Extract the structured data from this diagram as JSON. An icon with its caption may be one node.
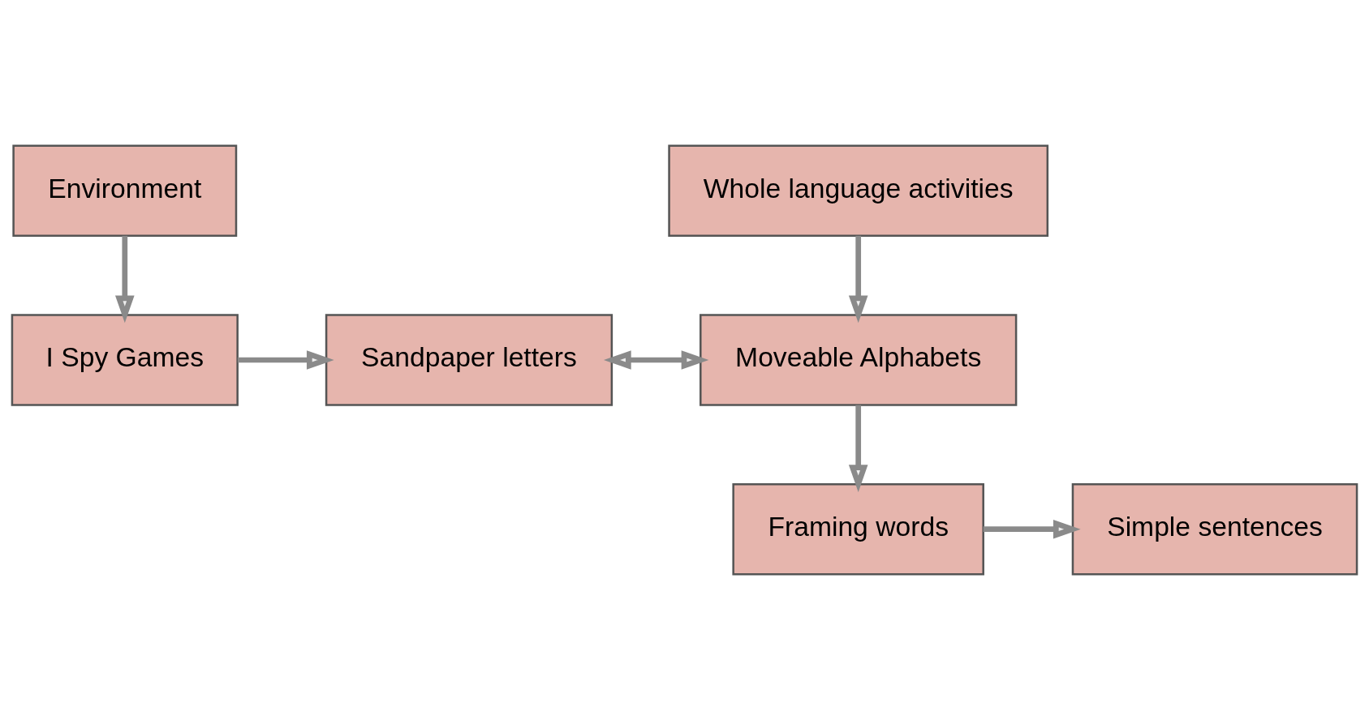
{
  "diagram": {
    "nodes": [
      {
        "text": [
          "Environment"
        ]
      },
      {
        "text": [
          "Whole language activities"
        ]
      },
      {
        "text": [
          "I Spy Games"
        ]
      },
      {
        "text": [
          "Sandpaper letters"
        ]
      },
      {
        "text": [
          "Moveable Alphabets"
        ]
      },
      {
        "text": [
          "Simple sentences"
        ]
      },
      {
        "text": [
          "Framing words"
        ]
      }
    ],
    "edges": [
      {
        "from": 0,
        "to": 2,
        "arrow": "to"
      },
      {
        "from": 1,
        "to": 4,
        "arrow": "to"
      },
      {
        "from": 2,
        "to": 3,
        "arrow": "to"
      },
      {
        "from": 3,
        "to": 4,
        "arrow": "both"
      },
      {
        "from": 4,
        "to": 6,
        "arrow": "to"
      },
      {
        "from": 6,
        "to": 5,
        "arrow": "to"
      }
    ]
  }
}
